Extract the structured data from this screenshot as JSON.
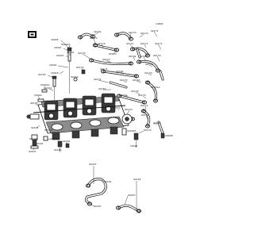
{
  "diagram": {
    "ref_number": "14802",
    "labels": [
      {
        "id": "l1",
        "text": "16003"
      },
      {
        "id": "l2",
        "text": "92161"
      },
      {
        "id": "l3",
        "text": "92170"
      },
      {
        "id": "l4",
        "text": "92001A"
      },
      {
        "id": "l5",
        "text": "92170"
      },
      {
        "id": "l6",
        "text": "92170"
      },
      {
        "id": "l7",
        "text": "92171"
      },
      {
        "id": "l8",
        "text": "16021"
      },
      {
        "id": "l9",
        "text": "92170"
      },
      {
        "id": "l10",
        "text": "92171"
      },
      {
        "id": "l11",
        "text": "92171"
      },
      {
        "id": "l12",
        "text": "92171"
      },
      {
        "id": "l13",
        "text": "92037"
      },
      {
        "id": "l14",
        "text": "92161"
      },
      {
        "id": "l15",
        "text": "92170"
      },
      {
        "id": "l16",
        "text": "92170"
      },
      {
        "id": "l17",
        "text": "92170"
      },
      {
        "id": "l18",
        "text": "92161"
      },
      {
        "id": "l19",
        "text": "92161"
      },
      {
        "id": "l20",
        "text": "92170"
      },
      {
        "id": "l21",
        "text": "92171"
      },
      {
        "id": "l22",
        "text": "16001"
      },
      {
        "id": "l23",
        "text": "16018"
      },
      {
        "id": "l24",
        "text": "92145"
      },
      {
        "id": "l25",
        "text": "92170"
      },
      {
        "id": "l26",
        "text": "92171"
      },
      {
        "id": "l27",
        "text": "92161"
      },
      {
        "id": "l28",
        "text": "92170"
      },
      {
        "id": "l29",
        "text": "92171"
      },
      {
        "id": "l30",
        "text": "92170"
      },
      {
        "id": "l31",
        "text": "92161"
      },
      {
        "id": "l32",
        "text": "92154"
      },
      {
        "id": "l33",
        "text": "92001A"
      },
      {
        "id": "l34",
        "text": "92071"
      },
      {
        "id": "l35",
        "text": "43020"
      },
      {
        "id": "l36",
        "text": "92145"
      },
      {
        "id": "l37",
        "text": "92161"
      },
      {
        "id": "l38",
        "text": "92170"
      },
      {
        "id": "l39",
        "text": "92001A"
      },
      {
        "id": "l40",
        "text": "92161"
      },
      {
        "id": "l41",
        "text": "92170"
      },
      {
        "id": "l42",
        "text": "92171"
      },
      {
        "id": "l43",
        "text": "92170"
      },
      {
        "id": "l44",
        "text": "92171"
      },
      {
        "id": "l45",
        "text": "92170"
      },
      {
        "id": "l46",
        "text": "92171"
      },
      {
        "id": "l47",
        "text": "92170"
      },
      {
        "id": "l48",
        "text": "92145"
      },
      {
        "id": "l49",
        "text": "92170"
      },
      {
        "id": "l50",
        "text": "92005A"
      },
      {
        "id": "l51",
        "text": "92170"
      },
      {
        "id": "l52",
        "text": "92001"
      },
      {
        "id": "l53",
        "text": "92161"
      },
      {
        "id": "l54",
        "text": "16096"
      },
      {
        "id": "l55",
        "text": "92161"
      },
      {
        "id": "l56",
        "text": "92170"
      },
      {
        "id": "l57",
        "text": "16191"
      },
      {
        "id": "l58",
        "text": "92037"
      },
      {
        "id": "l59",
        "text": "92037"
      },
      {
        "id": "l60",
        "text": "92161"
      },
      {
        "id": "l61",
        "text": "92161"
      },
      {
        "id": "l62",
        "text": "92037"
      },
      {
        "id": "l63",
        "text": "92037"
      }
    ]
  }
}
